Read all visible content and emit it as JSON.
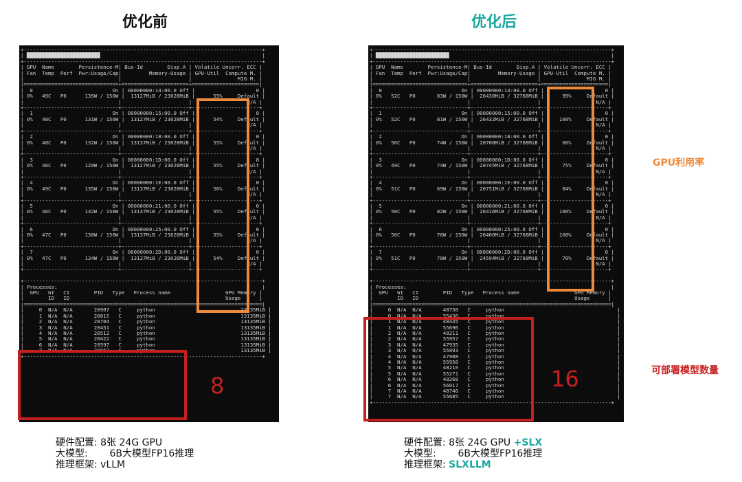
{
  "colors": {
    "before_title": "#111111",
    "after_title": "#1ba7a0",
    "util_box": "#ef8a3b",
    "proc_box": "#c6201e",
    "accent": "#1ba7a0"
  },
  "before": {
    "title": "优化前",
    "header": [
      "| GPU  Name        Persistence-M| Bus-Id        Disp.A | Volatile Uncorr. ECC |",
      "| Fan  Temp  Perf  Pwr:Usage/Cap|         Memory-Usage | GPU-Util  Compute M. |",
      "|                               |                      |               MIG M. |"
    ],
    "gpus": [
      {
        "id": "0",
        "fan": "0%",
        "temp": "49C",
        "perf": "P0",
        "pwr": "135W / 150W",
        "bus": "00000000:14:00.0 Off",
        "mem": "13127MiB / 23028MiB",
        "util": "55%"
      },
      {
        "id": "1",
        "fan": "0%",
        "temp": "48C",
        "perf": "P0",
        "pwr": "131W / 150W",
        "bus": "00000000:15:00.0 Off",
        "mem": "13127MiB / 23028MiB",
        "util": "54%"
      },
      {
        "id": "2",
        "fan": "0%",
        "temp": "48C",
        "perf": "P0",
        "pwr": "132W / 150W",
        "bus": "00000000:18:00.0 Off",
        "mem": "13137MiB / 23028MiB",
        "util": "55%"
      },
      {
        "id": "3",
        "fan": "0%",
        "temp": "46C",
        "perf": "P0",
        "pwr": "129W / 150W",
        "bus": "00000000:1D:00.0 Off",
        "mem": "13127MiB / 23028MiB",
        "util": "55%"
      },
      {
        "id": "4",
        "fan": "0%",
        "temp": "49C",
        "perf": "P0",
        "pwr": "135W / 150W",
        "bus": "00000000:1E:00.0 Off",
        "mem": "13137MiB / 23028MiB",
        "util": "56%"
      },
      {
        "id": "5",
        "fan": "0%",
        "temp": "46C",
        "perf": "P0",
        "pwr": "132W / 150W",
        "bus": "00000000:21:00.0 Off",
        "mem": "13137MiB / 23028MiB",
        "util": "55%"
      },
      {
        "id": "6",
        "fan": "0%",
        "temp": "47C",
        "perf": "P0",
        "pwr": "130W / 150W",
        "bus": "00000000:25:00.0 Off",
        "mem": "13137MiB / 23028MiB",
        "util": "55%"
      },
      {
        "id": "7",
        "fan": "0%",
        "temp": "47C",
        "perf": "P0",
        "pwr": "134W / 150W",
        "bus": "00000000:2D:00.0 Off",
        "mem": "13137MiB / 23028MiB",
        "util": "54%"
      }
    ],
    "processes_header": [
      "| Processes:                                                                   |",
      "|  GPU   GI   CI        PID   Type   Process name                  GPU Memory |",
      "|        ID   ID                                                   Usage      |"
    ],
    "processes": [
      {
        "gpu": "0",
        "gi": "N/A",
        "ci": "N/A",
        "pid": "20907",
        "type": "C",
        "name": "python",
        "mem": "13135MiB"
      },
      {
        "gpu": "1",
        "gi": "N/A",
        "ci": "N/A",
        "pid": "20815",
        "type": "C",
        "name": "python",
        "mem": "13135MiB"
      },
      {
        "gpu": "2",
        "gi": "N/A",
        "ci": "N/A",
        "pid": "20704",
        "type": "C",
        "name": "python",
        "mem": "13135MiB"
      },
      {
        "gpu": "3",
        "gi": "N/A",
        "ci": "N/A",
        "pid": "20451",
        "type": "C",
        "name": "python",
        "mem": "13135MiB"
      },
      {
        "gpu": "4",
        "gi": "N/A",
        "ci": "N/A",
        "pid": "20512",
        "type": "C",
        "name": "python",
        "mem": "13135MiB"
      },
      {
        "gpu": "5",
        "gi": "N/A",
        "ci": "N/A",
        "pid": "20422",
        "type": "C",
        "name": "python",
        "mem": "13135MiB"
      },
      {
        "gpu": "6",
        "gi": "N/A",
        "ci": "N/A",
        "pid": "20597",
        "type": "C",
        "name": "python",
        "mem": "13135MiB"
      },
      {
        "gpu": "7",
        "gi": "N/A",
        "ci": "N/A",
        "pid": "20662",
        "type": "C",
        "name": "python",
        "mem": "13135MiB"
      }
    ],
    "model_count": "8",
    "info": [
      {
        "label": "硬件配置:",
        "value": "8张 24G GPU",
        "extra": ""
      },
      {
        "label": "大模型:",
        "value": "6B大模型FP16推理",
        "extra": ""
      },
      {
        "label": "推理框架:",
        "value": "vLLM",
        "extra": ""
      }
    ]
  },
  "after": {
    "title": "优化后",
    "header": [
      "| GPU  Name        Persistence-M| Bus-Id        Disp.A | Volatile Uncorr. ECC |",
      "| Fan  Temp  Perf  Pwr:Usage/Cap|         Memory-Usage | GPU-Util  Compute M. |",
      "|                               |                      |               MIG M. |"
    ],
    "gpus": [
      {
        "id": "0",
        "fan": "0%",
        "temp": "52C",
        "perf": "P0",
        "pwr": "83W / 150W",
        "bus": "00000000:14:00.0 Off",
        "mem": "26430MiB / 32768MiB",
        "util": "99%"
      },
      {
        "id": "1",
        "fan": "0%",
        "temp": "52C",
        "perf": "P0",
        "pwr": "81W / 150W",
        "bus": "00000000:15:00.0 Off",
        "mem": "26432MiB / 32768MiB",
        "util": "100%"
      },
      {
        "id": "2",
        "fan": "0%",
        "temp": "50C",
        "perf": "P0",
        "pwr": "74W / 150W",
        "bus": "00000000:18:00.0 Off",
        "mem": "20708MiB / 32768MiB",
        "util": "66%"
      },
      {
        "id": "3",
        "fan": "0%",
        "temp": "49C",
        "perf": "P0",
        "pwr": "74W / 150W",
        "bus": "00000000:1D:00.0 Off",
        "mem": "20745MiB / 32768MiB",
        "util": "75%"
      },
      {
        "id": "4",
        "fan": "0%",
        "temp": "51C",
        "perf": "P0",
        "pwr": "69W / 150W",
        "bus": "00000000:1E:00.0 Off",
        "mem": "20751MiB / 32768MiB",
        "util": "84%"
      },
      {
        "id": "5",
        "fan": "0%",
        "temp": "50C",
        "perf": "P0",
        "pwr": "82W / 150W",
        "bus": "00000000:21:00.0 Off",
        "mem": "26416MiB / 32768MiB",
        "util": "100%"
      },
      {
        "id": "6",
        "fan": "0%",
        "temp": "50C",
        "perf": "P0",
        "pwr": "76W / 150W",
        "bus": "00000000:25:00.0 Off",
        "mem": "26400MiB / 32768MiB",
        "util": "100%"
      },
      {
        "id": "7",
        "fan": "0%",
        "temp": "51C",
        "perf": "P0",
        "pwr": "78W / 150W",
        "bus": "00000000:2D:00.0 Off",
        "mem": "24594MiB / 32768MiB",
        "util": "70%"
      }
    ],
    "processes_header": [
      "| Processes:                                                                   |",
      "|  GPU   GI   CI        PID   Type   Process name                  GPU Memory |",
      "|        ID   ID                                                   Usage      |"
    ],
    "processes": [
      {
        "gpu": "0",
        "gi": "N/A",
        "ci": "N/A",
        "pid": "48750",
        "type": "C",
        "name": "python",
        "mem": ""
      },
      {
        "gpu": "0",
        "gi": "N/A",
        "ci": "N/A",
        "pid": "55436",
        "type": "C",
        "name": "python",
        "mem": ""
      },
      {
        "gpu": "1",
        "gi": "N/A",
        "ci": "N/A",
        "pid": "48445",
        "type": "C",
        "name": "python",
        "mem": ""
      },
      {
        "gpu": "1",
        "gi": "N/A",
        "ci": "N/A",
        "pid": "55696",
        "type": "C",
        "name": "python",
        "mem": ""
      },
      {
        "gpu": "2",
        "gi": "N/A",
        "ci": "N/A",
        "pid": "48211",
        "type": "C",
        "name": "python",
        "mem": ""
      },
      {
        "gpu": "2",
        "gi": "N/A",
        "ci": "N/A",
        "pid": "55957",
        "type": "C",
        "name": "python",
        "mem": ""
      },
      {
        "gpu": "3",
        "gi": "N/A",
        "ci": "N/A",
        "pid": "47935",
        "type": "C",
        "name": "python",
        "mem": ""
      },
      {
        "gpu": "3",
        "gi": "N/A",
        "ci": "N/A",
        "pid": "55893",
        "type": "C",
        "name": "python",
        "mem": ""
      },
      {
        "gpu": "4",
        "gi": "N/A",
        "ci": "N/A",
        "pid": "47988",
        "type": "C",
        "name": "python",
        "mem": ""
      },
      {
        "gpu": "4",
        "gi": "N/A",
        "ci": "N/A",
        "pid": "55958",
        "type": "C",
        "name": "python",
        "mem": ""
      },
      {
        "gpu": "5",
        "gi": "N/A",
        "ci": "N/A",
        "pid": "48210",
        "type": "C",
        "name": "python",
        "mem": ""
      },
      {
        "gpu": "5",
        "gi": "N/A",
        "ci": "N/A",
        "pid": "55271",
        "type": "C",
        "name": "python",
        "mem": ""
      },
      {
        "gpu": "6",
        "gi": "N/A",
        "ci": "N/A",
        "pid": "48268",
        "type": "C",
        "name": "python",
        "mem": ""
      },
      {
        "gpu": "6",
        "gi": "N/A",
        "ci": "N/A",
        "pid": "56017",
        "type": "C",
        "name": "python",
        "mem": ""
      },
      {
        "gpu": "7",
        "gi": "N/A",
        "ci": "N/A",
        "pid": "48740",
        "type": "C",
        "name": "python",
        "mem": ""
      },
      {
        "gpu": "7",
        "gi": "N/A",
        "ci": "N/A",
        "pid": "55685",
        "type": "C",
        "name": "python",
        "mem": ""
      }
    ],
    "model_count": "16",
    "info": [
      {
        "label": "硬件配置:",
        "value": "8张 24G GPU",
        "extra": "+SLX"
      },
      {
        "label": "大模型:",
        "value": "6B大模型FP16推理",
        "extra": ""
      },
      {
        "label": "推理框架:",
        "value": "",
        "extra": "SLXLLM"
      }
    ]
  },
  "side_labels": {
    "gpu_util": "GPU利用率",
    "deploy_count": "可部署模型数量"
  }
}
